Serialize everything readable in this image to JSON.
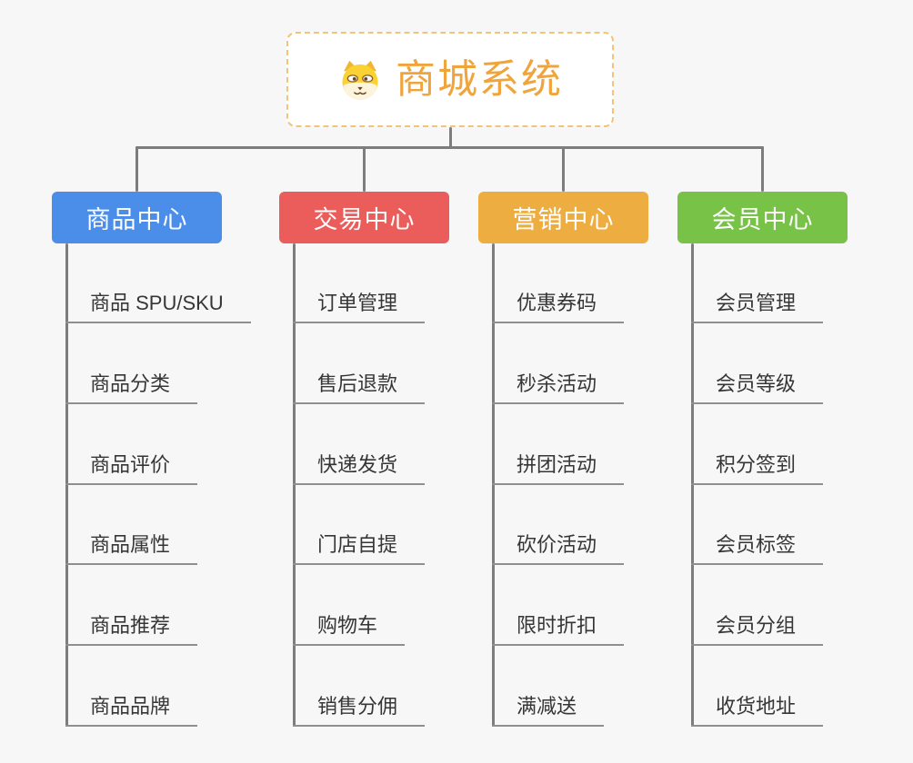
{
  "page": {
    "background": "#f7f7f7",
    "connector_color": "#7d7d7d",
    "underline_color": "#8f8f8f",
    "leaf_text_color": "#363636"
  },
  "root": {
    "title": "商城系统",
    "icon": "doge-icon",
    "text_color": "#f0a43c",
    "border_color": "#f3c377",
    "background": "#ffffff"
  },
  "branches": [
    {
      "label": "商品中心",
      "color": "#4a8ee9",
      "text_color": "#ffffff",
      "children": [
        "商品 SPU/SKU",
        "商品分类",
        "商品评价",
        "商品属性",
        "商品推荐",
        "商品品牌"
      ]
    },
    {
      "label": "交易中心",
      "color": "#ea5d5b",
      "text_color": "#ffffff",
      "children": [
        "订单管理",
        "售后退款",
        "快递发货",
        "门店自提",
        "购物车",
        "销售分佣"
      ]
    },
    {
      "label": "营销中心",
      "color": "#eead40",
      "text_color": "#ffffff",
      "children": [
        "优惠券码",
        "秒杀活动",
        "拼团活动",
        "砍价活动",
        "限时折扣",
        "满减送"
      ]
    },
    {
      "label": "会员中心",
      "color": "#77c247",
      "text_color": "#ffffff",
      "children": [
        "会员管理",
        "会员等级",
        "积分签到",
        "会员标签",
        "会员分组",
        "收货地址"
      ]
    }
  ]
}
